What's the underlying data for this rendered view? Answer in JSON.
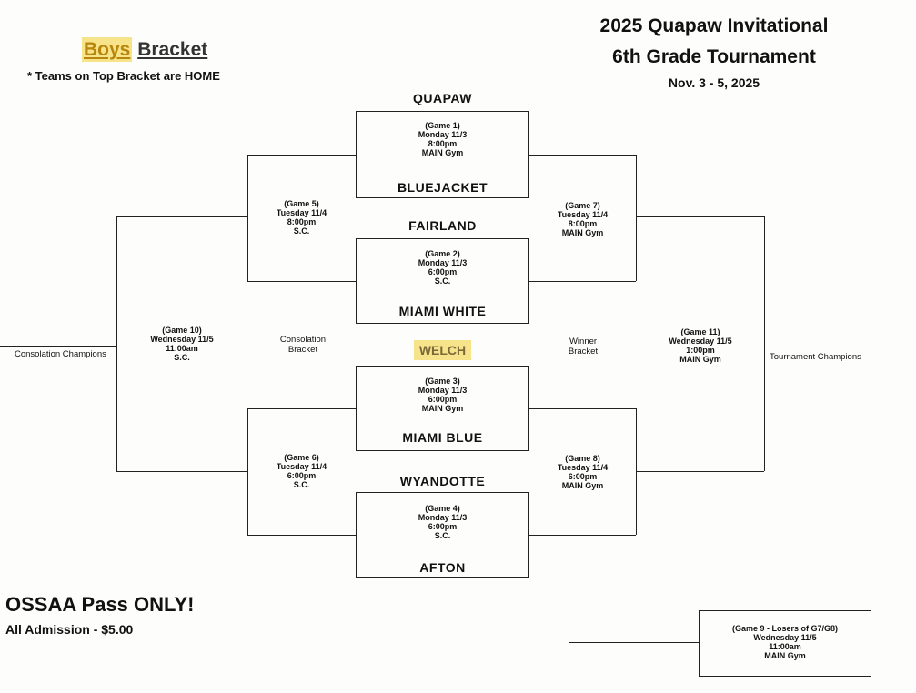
{
  "header": {
    "bracket_word1": "Boys",
    "bracket_word2": "Bracket",
    "home_note": "* Teams on Top Bracket are HOME",
    "title_line1": "2025 Quapaw Invitational",
    "title_line2": "6th Grade Tournament",
    "dates": "Nov. 3 - 5, 2025"
  },
  "teams": {
    "t1": "QUAPAW",
    "t2": "BLUEJACKET",
    "t3": "FAIRLAND",
    "t4": "MIAMI WHITE",
    "t5": "WELCH",
    "t6": "MIAMI BLUE",
    "t7": "WYANDOTTE",
    "t8": "AFTON"
  },
  "games": {
    "g1": {
      "name": "(Game 1)",
      "day": "Monday 11/3",
      "time": "8:00pm",
      "loc": "MAIN Gym"
    },
    "g2": {
      "name": "(Game 2)",
      "day": "Monday 11/3",
      "time": "6:00pm",
      "loc": "S.C."
    },
    "g3": {
      "name": "(Game 3)",
      "day": "Monday 11/3",
      "time": "6:00pm",
      "loc": "MAIN Gym"
    },
    "g4": {
      "name": "(Game 4)",
      "day": "Monday 11/3",
      "time": "6:00pm",
      "loc": "S.C."
    },
    "g5": {
      "name": "(Game 5)",
      "day": "Tuesday 11/4",
      "time": "8:00pm",
      "loc": "S.C."
    },
    "g6": {
      "name": "(Game 6)",
      "day": "Tuesday 11/4",
      "time": "6:00pm",
      "loc": "S.C."
    },
    "g7": {
      "name": "(Game 7)",
      "day": "Tuesday 11/4",
      "time": "8:00pm",
      "loc": "MAIN Gym"
    },
    "g8": {
      "name": "(Game 8)",
      "day": "Tuesday 11/4",
      "time": "6:00pm",
      "loc": "MAIN Gym"
    },
    "g10": {
      "name": "(Game 10)",
      "day": "Wednesday 11/5",
      "time": "11:00am",
      "loc": "S.C."
    },
    "g11": {
      "name": "(Game 11)",
      "day": "Wednesday 11/5",
      "time": "1:00pm",
      "loc": "MAIN Gym"
    },
    "g9": {
      "name": "(Game 9 - Losers of G7/G8)",
      "day": "Wednesday 11/5",
      "time": "11:00am",
      "loc": "MAIN Gym"
    }
  },
  "labels": {
    "consolation_bracket_1": "Consolation",
    "consolation_bracket_2": "Bracket",
    "winner_bracket_1": "Winner",
    "winner_bracket_2": "Bracket",
    "consolation_champions": "Consolation Champions",
    "tournament_champions": "Tournament Champions"
  },
  "footer": {
    "pass": "OSSAA Pass ONLY!",
    "admission": "All Admission - $5.00"
  },
  "colors": {
    "highlight": "#f7e389",
    "line": "#222222"
  }
}
